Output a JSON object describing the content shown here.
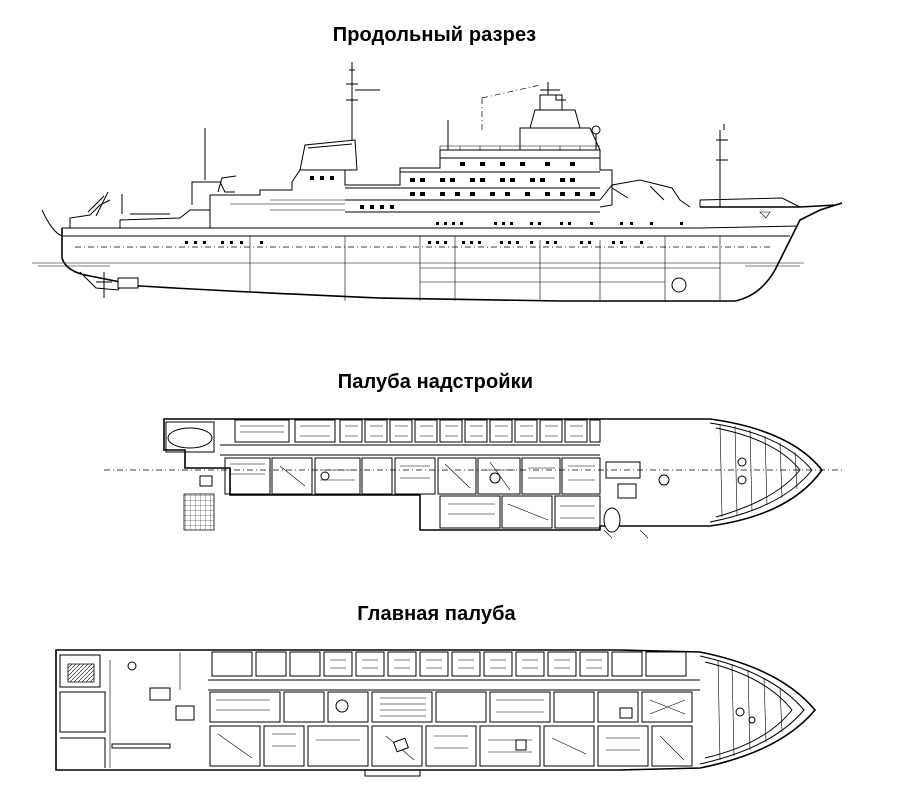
{
  "diagram": {
    "views": [
      {
        "id": "profile",
        "title": "Продольный разрез"
      },
      {
        "id": "superstructure",
        "title": "Палуба надстройки"
      },
      {
        "id": "main-deck",
        "title": "Главная палуба"
      }
    ]
  },
  "colors": {
    "line": "#000000",
    "background": "#ffffff"
  }
}
